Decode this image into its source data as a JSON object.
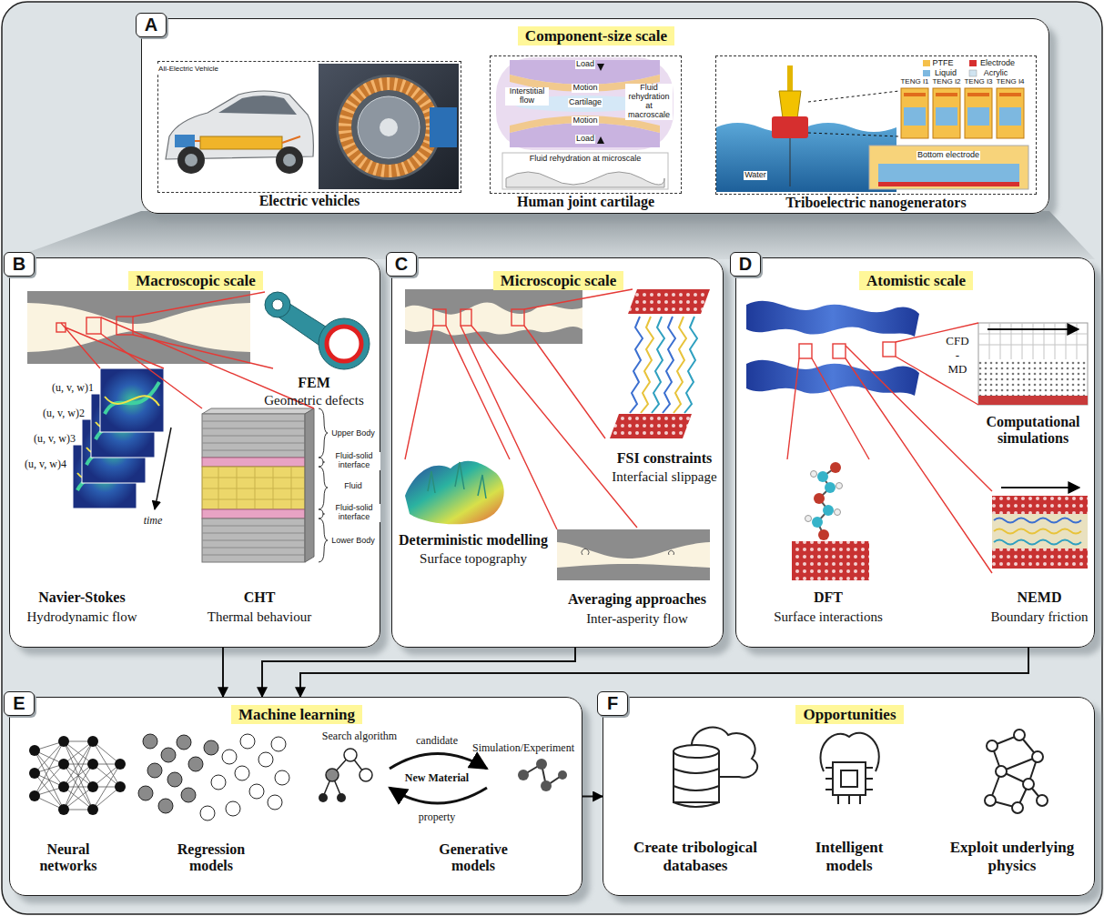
{
  "diagram": {
    "nodes": [
      {
        "text": [
          "Component-size scale"
        ]
      },
      {
        "text": [
          "A"
        ],
        "in": 0
      },
      {
        "text": [
          "Electric vehicles"
        ],
        "in": 0
      },
      {
        "text": [
          "Human joint cartilage"
        ],
        "in": 0
      },
      {
        "text": [
          "Triboelectric nanogenerators"
        ],
        "in": 0
      },
      {
        "text": [
          "Macroscopic scale"
        ]
      },
      {
        "text": [
          "B"
        ],
        "in": 5
      },
      {
        "text": [
          "Microscopic scale"
        ]
      },
      {
        "text": [
          "C"
        ],
        "in": 7
      },
      {
        "text": [
          "Atomistic scale"
        ]
      },
      {
        "text": [
          "D"
        ],
        "in": 9
      },
      {
        "text": [
          "Machine learning"
        ]
      },
      {
        "text": [
          "E"
        ],
        "in": 11
      },
      {
        "text": [
          "Opportunities"
        ]
      },
      {
        "text": [
          "F"
        ],
        "in": 13
      }
    ],
    "edges": [
      {
        "from": 5,
        "to": 11,
        "arrow": "to"
      },
      {
        "from": 7,
        "to": 11,
        "arrow": "to"
      },
      {
        "from": 9,
        "to": 11,
        "arrow": "to"
      },
      {
        "from": 11,
        "to": 13,
        "arrow": "to"
      }
    ],
    "labels": [
      "All-Electric Vehicle",
      "Load",
      "Motion",
      "Interstitial flow",
      "Cartilage",
      "Fluid rehydration at macroscale",
      "Motion",
      "Load",
      "Fluid rehydration at microscale",
      "PTFE",
      "Electrode",
      "Liquid",
      "Acrylic",
      "TENG I1",
      "TENG I2",
      "TENG I3",
      "TENG I4",
      "Water",
      "Bottom electrode",
      "FEM",
      "Geometric defects",
      "(u, v, w)1",
      "(u, v, w)2",
      "(u, v, w)3",
      "(u, v, w)4",
      "time",
      "Upper Body",
      "Fluid-solid interface",
      "Fluid",
      "Fluid-solid interface",
      "Lower Body",
      "Navier-Stokes",
      "Hydrodynamic flow",
      "CHT",
      "Thermal behaviour",
      "FSI constraints",
      "Interfacial slippage",
      "Deterministic modelling",
      "Surface topography",
      "Averaging approaches",
      "Inter-asperity flow",
      "CFD",
      "-",
      "MD",
      "Computational simulations",
      "DFT",
      "Surface interactions",
      "NEMD",
      "Boundary friction",
      "Search algorithm",
      "candidate",
      "Simulation/Experiment",
      "New Material",
      "property",
      "Neural networks",
      "Regression models",
      "Generative models",
      "Create tribological databases",
      "Intelligent models",
      "Exploit underlying physics"
    ]
  }
}
